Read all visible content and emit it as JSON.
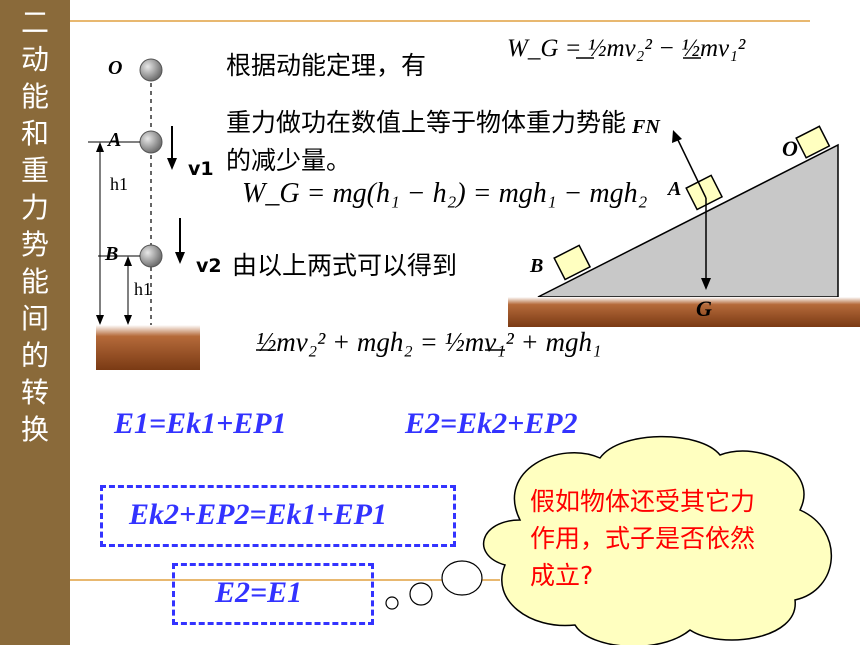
{
  "sidebar": {
    "title": "二动能和重力势能间的转换"
  },
  "ball_labels": {
    "o": "O",
    "a": "A",
    "b": "B"
  },
  "velocity_labels": {
    "v1": "v1",
    "v2": "v2"
  },
  "height_labels": {
    "h1_top": "h1",
    "h1_bottom": "h1"
  },
  "text": {
    "line1": "根据动能定理，有",
    "line2": "重力做功在数值上等于物体重力势能",
    "line3": "的减少量。",
    "line4": "由以上两式可以得到"
  },
  "formulas": {
    "wg_kinetic": "W_G = ½mv₂² − ½mv₁²",
    "wg_potential": "W_G = mg(h₁ − h₂) = mgh₁ − mgh₂",
    "energy_balance": "½mv₂² + mgh₂ = ½mv₁² + mgh₁"
  },
  "energy": {
    "e1": "E1=Ek1+EP1",
    "e2": "E2=Ek2+EP2",
    "box1": "Ek2+EP2=Ek1+EP1",
    "box2": "E2=E1"
  },
  "incline_labels": {
    "n": "FN",
    "o": "O",
    "a": "A",
    "b": "B",
    "g": "G"
  },
  "cloud": {
    "text": "假如物体还受其它力作用，式子是否依然成立?"
  },
  "colors": {
    "sidebar": "#8a6a3a",
    "accent_blue": "#3333ff",
    "cloud_fill": "#ffffc0",
    "cloud_text": "#ff0000",
    "ground": "#a0522d",
    "incline": "#c8c8c8",
    "rule": "#e0a040"
  }
}
